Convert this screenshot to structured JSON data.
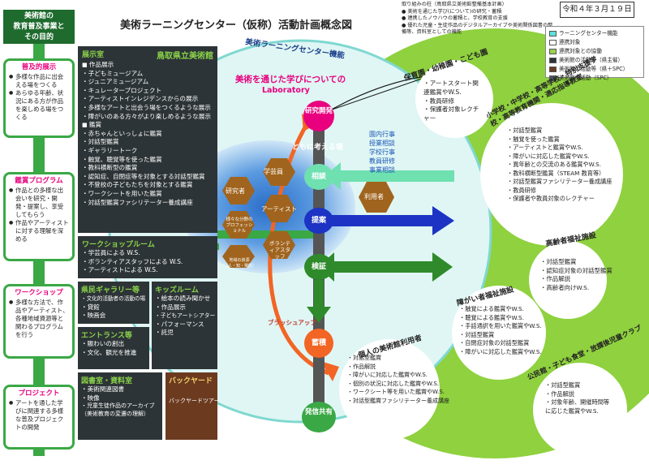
{
  "header": {
    "title": "美術ラーニングセンター（仮称）活動計画概念図",
    "date": "令和４年３月１９日",
    "notes": [
      "取り組みの柱（鳥取県立美術館整備基本計画）",
      "美術を通じた学び(について)の研究・蓄積",
      "連携したノウハウの蓄積と、学校教育の支援",
      "優れた児童・生徒作品のデジタルアーカイブや美術関係図書の整備等、資料室としての機能"
    ]
  },
  "legend": [
    {
      "label": "ラーニングセンター機能",
      "color": "#5ee0d8"
    },
    {
      "label": "連携対象",
      "color": "#ffffff"
    },
    {
      "label": "連携対象との協働",
      "color": "#9bd04f"
    },
    {
      "label": "美術館の活動等（県主催）",
      "color": "#2d3437"
    },
    {
      "label": "美術館の活動等（県＋SPC）",
      "color": "#6b3a1f"
    },
    {
      "label": "美術館の活動（SPC）",
      "color": "#4a5a60"
    }
  ],
  "left": {
    "heading": "美術館の\n教育普及事業と\nその目的",
    "boxes": [
      {
        "title": "普及的展示",
        "items": [
          "多様な作品に出会える場をつくる",
          "あらゆる年齢、状況にある方が作品を楽しめる場をつくる"
        ]
      },
      {
        "title": "鑑賞プログラム",
        "items": [
          "作品との多様な出会いを研究・開発・提案し、享受してもらう",
          "作品やアーティストに対する理解を深める"
        ]
      },
      {
        "title": "ワークショップ",
        "items": [
          "多様な方法で、作品やアーティスト、各種地域資源等と関わるプログラムを行う"
        ]
      },
      {
        "title": "プロジェクト",
        "items": [
          "アートを通した学びに関連する多様な普及プロジェクトの開発"
        ]
      }
    ]
  },
  "museum": {
    "display_title": "展示室",
    "museum_name": "鳥取県立美術館",
    "display_items": [
      "作品展示",
      "子どもミュージアム",
      "ジュニアミュージアム",
      "キュレータープロジェクト",
      "アーティストインレジデンスからの展示",
      "多様なアートと出会う場をつくるような展示",
      "障がいのある方々がより楽しめるような展示"
    ],
    "appreciation_title": "鑑賞",
    "appreciation_items": [
      "赤ちゃんといっしょに鑑賞",
      "対話型鑑賞",
      "ギャラリートーク",
      "触覚、聴覚等を使った鑑賞",
      "教科横断型の鑑賞",
      "認知症、自閉症等を対象とする対話型鑑賞",
      "不登校の子どもたちを対象とする鑑賞",
      "ワークシートを用いた鑑賞",
      "対話型鑑賞ファシリテーター養成講座"
    ],
    "workshop_title": "ワークショップルーム",
    "workshop_items": [
      "学芸員による W.S.",
      "ボランティアスタッフによる W.S.",
      "アーティストによる W.S."
    ],
    "gallery_title": "県民ギャラリー等",
    "gallery_items": [
      "文化的活動者の活動の場",
      "貸館",
      "映画会"
    ],
    "kids_title": "キッズルーム",
    "kids_items": [
      "絵本の読み聞かせ",
      "作品展示",
      "子どもアートシアター",
      "パフォーマンス",
      "託児"
    ],
    "entrance_title": "エントランス等",
    "entrance_items": [
      "賑わいの創出",
      "文化、観光を推進"
    ],
    "library_title": "図書室・資料室",
    "library_items": [
      "美術関連図書",
      "映像",
      "児童生徒作品のアーカイブ（美術教育の変遷の理解）"
    ],
    "backyard_title": "バックヤード",
    "backyard_item": "バックヤードツアー"
  },
  "center": {
    "arc_label": "美術ラーニングセンター機能",
    "lab_title": "美術を通じた学びについての",
    "lab_sub": "Laboratory",
    "think_label": "ともに考える場",
    "nodes": [
      "研究開発",
      "相談",
      "提案",
      "検証",
      "蓄積",
      "発信共有"
    ],
    "hexes": [
      "学芸員",
      "研究者",
      "アーティスト",
      "様々な分野のプロフェッショナル",
      "ボランティアスタッフ",
      "地域の資源（人・知・場所）"
    ],
    "user_label": "利用者",
    "brushup_label": "ブラッシュアップ",
    "consult_label": "園内行事\n授業相談\n学校行事\n教員研修\n事業相談"
  },
  "right": {
    "nursery": {
      "title": "保育園・幼稚園・こども園",
      "items": [
        "アートスタート関連鑑賞やW.S.",
        "教員研修",
        "保護者対象レクチャー"
      ]
    },
    "school": {
      "title": "小学校・中学校・高等学校・特別支援学校・高等教育機関・適応指導教室",
      "items": [
        "対話型鑑賞",
        "触覚を使った鑑賞",
        "アーティストと鑑賞やW.S.",
        "障がいに対応した鑑賞やW.S.",
        "異年齢との交流のある鑑賞やW.S.",
        "教科横断型鑑賞（STEAM 教育等）",
        "対話型鑑賞ファシリテーター養成講座",
        "教員研修",
        "保護者や教員対象のレクチャー"
      ]
    },
    "elderly": {
      "title": "高齢者福祉施設",
      "items": [
        "対話型鑑賞",
        "認知症対象の対話型鑑賞",
        "作品解説",
        "高齢者向けW.S."
      ]
    },
    "disabled": {
      "title": "障がい者福祉施設",
      "items": [
        "触覚による鑑賞やW.S.",
        "聴覚による鑑賞やW.S.",
        "手話通訳を用いた鑑賞やW.S.",
        "対話型鑑賞",
        "自閉症対象の対話型鑑賞",
        "障がいに対応した鑑賞やW.S."
      ]
    },
    "individual": {
      "title": "個人の美術館利用者",
      "items": [
        "対話型鑑賞",
        "作品解説",
        "障がいに対応した鑑賞やW.S.",
        "個別の状況に対応した鑑賞やW.S.",
        "ワークシート等を用いた鑑賞やW.S.",
        "対話型鑑賞ファシリテーター養成講座"
      ]
    },
    "community": {
      "title": "公民館・子ども食堂・放課後児童クラブ",
      "items": [
        "対話型鑑賞",
        "作品解説",
        "対象年齢、開催時間等に応じた鑑賞やW.S."
      ]
    }
  }
}
